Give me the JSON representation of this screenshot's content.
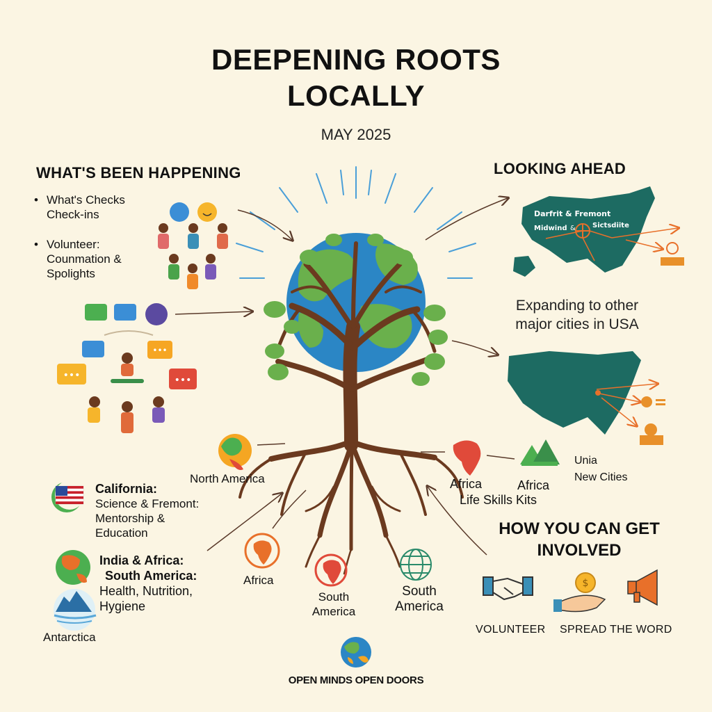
{
  "header": {
    "title_line1": "DEEPENING ROOTS",
    "title_line2": "LOCALLY",
    "date": "MAY 2025"
  },
  "happening": {
    "heading": "WHAT'S BEEN HAPPENING",
    "bullet1": [
      "What's Checks",
      "Check-ins"
    ],
    "bullet2": [
      "Volunteer:",
      "Counmation &",
      "Spolights"
    ]
  },
  "ahead": {
    "heading": "LOOKING AHEAD",
    "map_labels": [
      "Darfrit & Fremont",
      "Midwind",
      "&",
      "Sictsdiite"
    ],
    "expand": [
      "Expanding to other",
      "major cities in USA"
    ]
  },
  "regions": {
    "north_america": "North America",
    "california": [
      "California:",
      "Science & Fremont:",
      "Mentorship &",
      "Education"
    ],
    "india_africa": [
      "India & Africa:",
      "South America:",
      "Health, Nutrition,",
      "Hygiene"
    ],
    "antarctica": "Antarctica",
    "africa_root": "Africa",
    "south_america_left": [
      "South",
      "America"
    ],
    "south_america_right": [
      "South",
      "America"
    ],
    "africa_left": "Africa",
    "africa_right": "Africa",
    "life_skills": "Life Skills Kits",
    "unia": "Unia",
    "new_cities": "New Cities"
  },
  "involved": {
    "heading": [
      "HOW YOU CAN GET",
      "INVOLVED"
    ],
    "volunteer": "VOLUNTEER",
    "spread": "SPREAD THE WORD"
  },
  "footer": {
    "logo": "OPEN MINDS OPEN DOORS"
  },
  "colors": {
    "background": "#fbf5e3",
    "tree_trunk": "#6b3a1f",
    "leaf_green": "#6ab04c",
    "ocean_blue": "#2b86c5",
    "map_teal": "#1d6b62",
    "accent_orange": "#e8702a"
  }
}
